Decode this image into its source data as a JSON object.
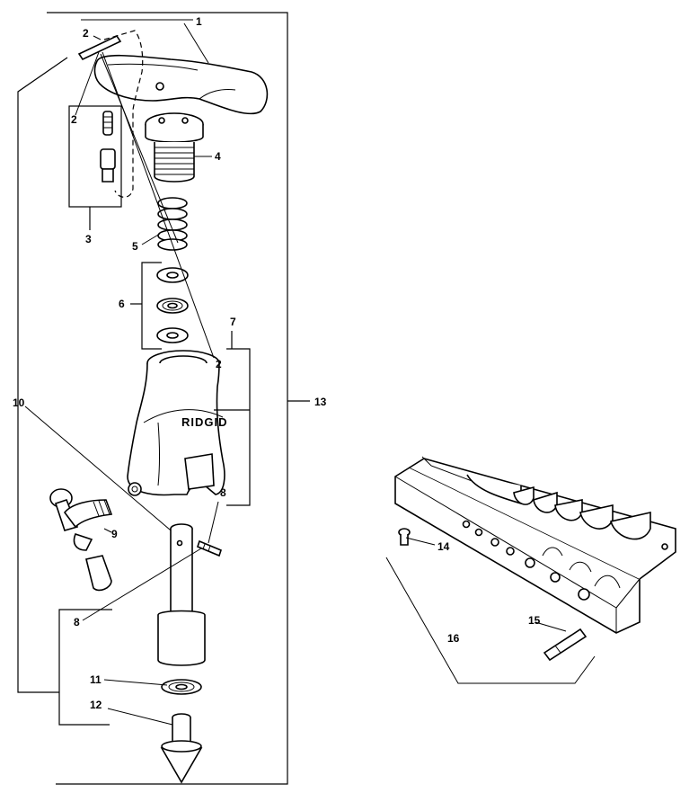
{
  "callouts": {
    "c1": "1",
    "c2a": "2",
    "c2b": "2",
    "c2c": "2",
    "c3": "3",
    "c4": "4",
    "c5": "5",
    "c6": "6",
    "c7": "7",
    "c8a": "8",
    "c8b": "8",
    "c9": "9",
    "c10": "10",
    "c11": "11",
    "c12": "12",
    "c13": "13",
    "c14": "14",
    "c15": "15",
    "c16": "16"
  },
  "yoke_brand": "RIDGID"
}
